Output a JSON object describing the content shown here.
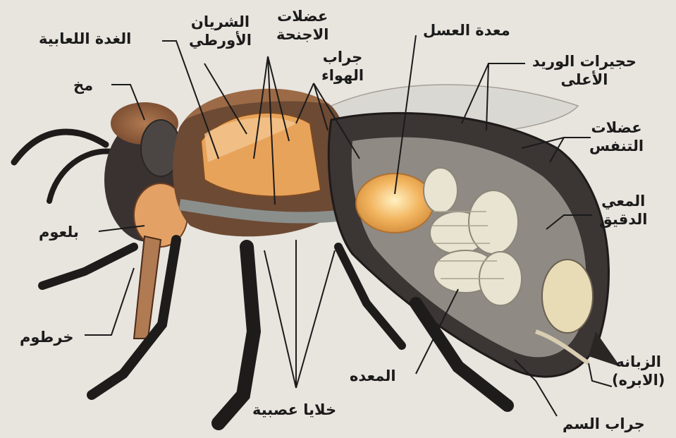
{
  "diagram": {
    "background": "#e8e4de",
    "colors": {
      "body_dark": "#2a2624",
      "fur": "#8a5a3a",
      "orange": "#e8a35a",
      "honey_stomach": "#f2b45e",
      "intestine": "#e9e4d2",
      "wing": "#d8d6d0",
      "line": "#1b1b1b"
    },
    "labels": {
      "salivary_gland": "الغدة اللعابية",
      "brain": "مخ",
      "aorta": [
        "الشريان",
        "الأورطي"
      ],
      "wing_muscles": [
        "عضلات",
        "الاجنحة"
      ],
      "air_sac": [
        "جراب",
        "الهواء"
      ],
      "honey_stomach": "معدة العسل",
      "upper_vein_chambers": [
        "حجيرات الوريد",
        "الأعلى"
      ],
      "breathing_muscles": [
        "عضلات",
        "التنفس"
      ],
      "small_intestine": [
        "المعي",
        "الدقيق"
      ],
      "pharynx": "بلعوم",
      "proboscis": "خرطوم",
      "stomach": "المعده",
      "nerve_cells": "خلايا عصبية",
      "sting": [
        "الزبانه",
        "(الابره)"
      ],
      "venom_sac": "جراب السم"
    }
  }
}
